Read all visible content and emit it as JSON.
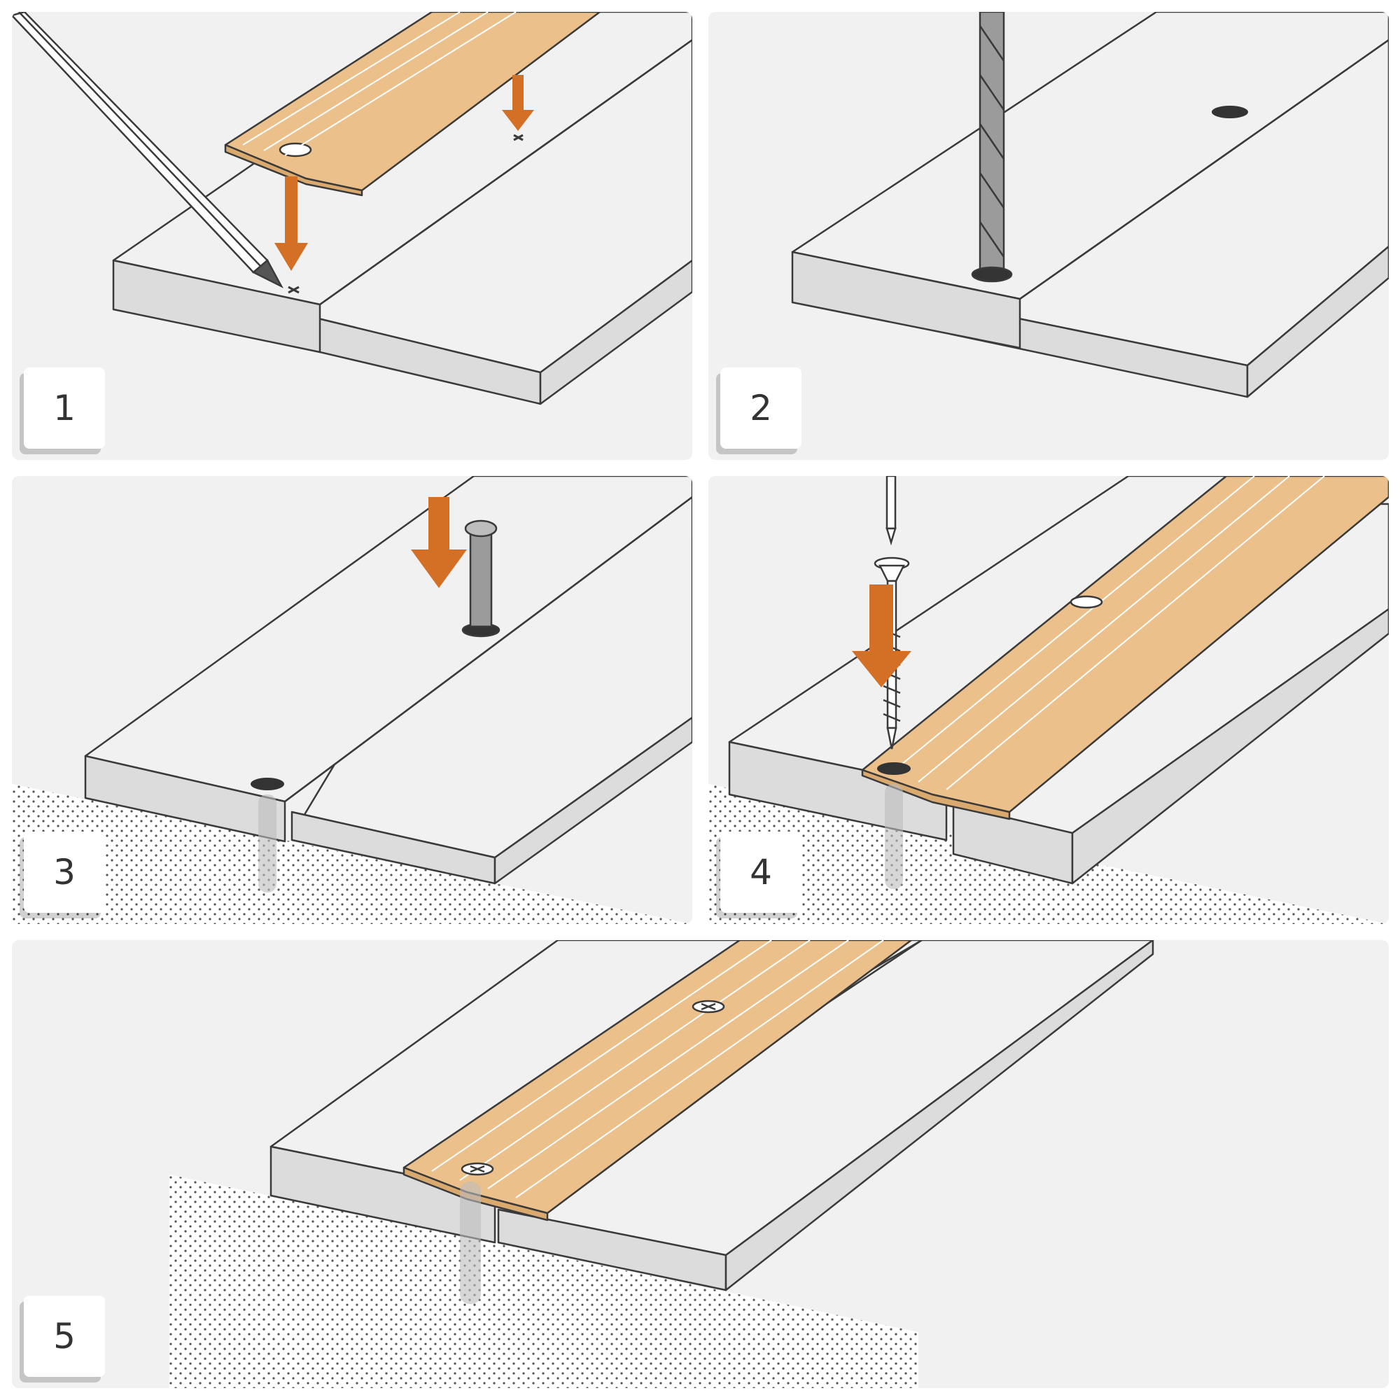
{
  "colors": {
    "profile": "#ebc08a",
    "arrow": "#d46f26",
    "board_top": "#f1f1f1",
    "board_side": "#dcdcdc",
    "outline": "#3a3a3a",
    "concrete_dot": "#555555",
    "metal": "#9b9b9b"
  },
  "steps": [
    {
      "label": "1",
      "icons": [
        "pencil-icon",
        "aluminium-profile",
        "mark-cross-icon",
        "arrow-down-icon"
      ]
    },
    {
      "label": "2",
      "icons": [
        "drill-bit-icon",
        "drilled-hole"
      ]
    },
    {
      "label": "3",
      "icons": [
        "wall-plug-icon",
        "arrow-down-icon",
        "concrete-subfloor"
      ]
    },
    {
      "label": "4",
      "icons": [
        "screwdriver-icon",
        "screw-icon",
        "arrow-down-icon",
        "aluminium-profile"
      ]
    },
    {
      "label": "5",
      "icons": [
        "aluminium-profile",
        "installed-screw",
        "concrete-subfloor"
      ]
    }
  ]
}
